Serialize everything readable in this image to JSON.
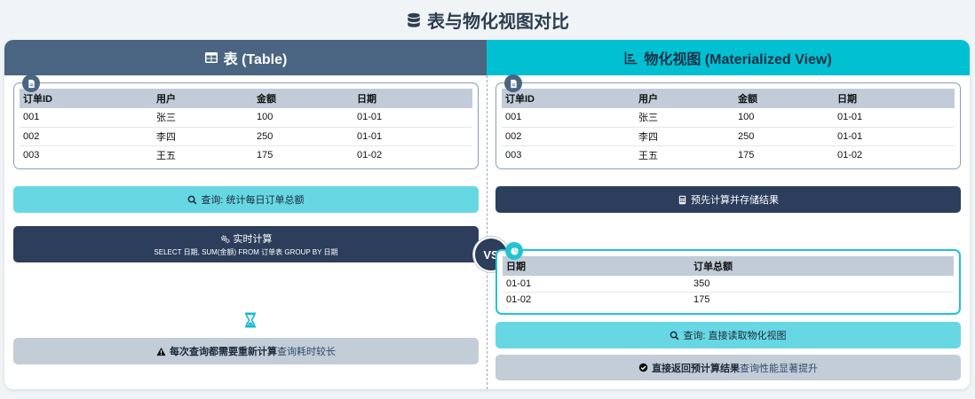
{
  "title": "表与物化视图对比",
  "left": {
    "header": "表 (Table)",
    "table": {
      "headers": [
        "订单ID",
        "用户",
        "金额",
        "日期"
      ],
      "rows": [
        [
          "001",
          "张三",
          "100",
          "01-01"
        ],
        [
          "002",
          "李四",
          "250",
          "01-01"
        ],
        [
          "003",
          "王五",
          "175",
          "01-02"
        ]
      ]
    },
    "query_label": "查询: 统计每日订单总额",
    "compute_title": "实时计算",
    "compute_sql": "SELECT 日期, SUM(金额) FROM 订单表 GROUP BY 日期",
    "note_bold": "每次查询都需要重新计算",
    "note_normal": "查询耗时较长"
  },
  "vs_label": "VS",
  "right": {
    "header": "物化视图 (Materialized View)",
    "table": {
      "headers": [
        "订单ID",
        "用户",
        "金额",
        "日期"
      ],
      "rows": [
        [
          "001",
          "张三",
          "100",
          "01-01"
        ],
        [
          "002",
          "李四",
          "250",
          "01-01"
        ],
        [
          "003",
          "王五",
          "175",
          "01-02"
        ]
      ]
    },
    "precompute_label": "预先计算并存储结果",
    "result_table": {
      "headers": [
        "日期",
        "订单总额"
      ],
      "rows": [
        [
          "01-01",
          "350"
        ],
        [
          "01-02",
          "175"
        ]
      ]
    },
    "query_label": "查询: 直接读取物化视图",
    "note_bold": "直接返回预计算结果",
    "note_normal": "查询性能显著提升"
  },
  "colors": {
    "left_header": "#4a6582",
    "right_header": "#00c0d2",
    "dark_bar": "#2c3e5c",
    "light_bar": "#68d7e4",
    "grey_bar": "#c3cdd8"
  },
  "icons": {
    "title": "database-icon",
    "left_header": "table-icon",
    "right_header": "chart-icon"
  }
}
